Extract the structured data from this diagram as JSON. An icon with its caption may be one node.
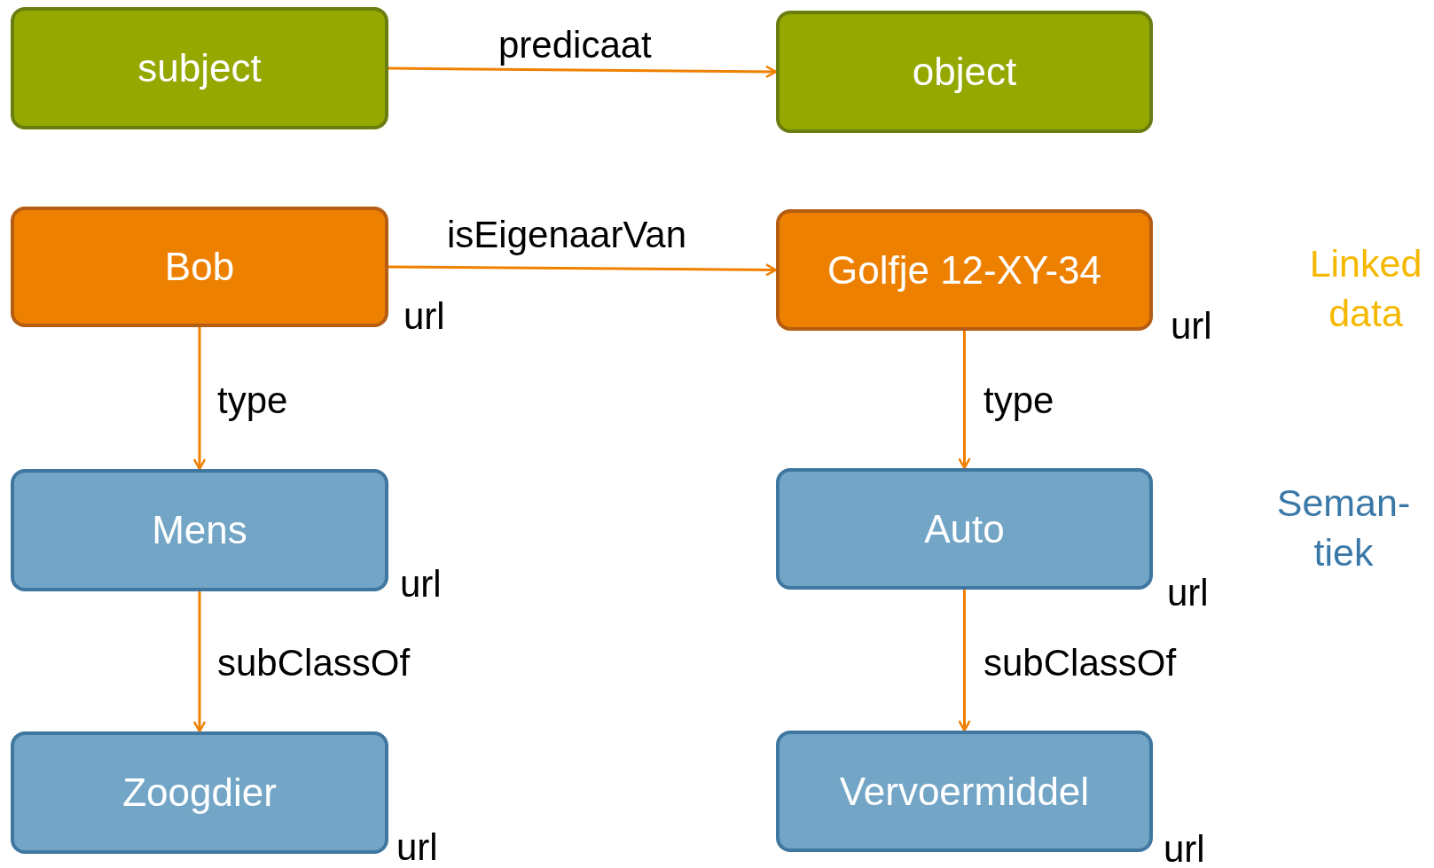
{
  "diagram": {
    "nodes": [
      {
        "text": [
          "subject"
        ]
      },
      {
        "text": [
          "object"
        ]
      },
      {
        "text": [
          "Bob"
        ],
        "beside": [
          "url"
        ]
      },
      {
        "text": [
          "Golfje 12-XY-34"
        ],
        "beside": [
          "url"
        ]
      },
      {
        "text": [
          "Mens"
        ],
        "beside": [
          "url"
        ]
      },
      {
        "text": [
          "Auto"
        ],
        "beside": [
          "url"
        ]
      },
      {
        "text": [
          "Zoogdier"
        ],
        "beside": [
          "url"
        ]
      },
      {
        "text": [
          "Vervoermiddel"
        ],
        "beside": [
          "url"
        ]
      }
    ],
    "edges": [
      {
        "from": 0,
        "to": 1,
        "arrow": "to",
        "label": "predicaat"
      },
      {
        "from": 2,
        "to": 3,
        "arrow": "to",
        "label": "isEigenaarVan"
      },
      {
        "from": 2,
        "to": 4,
        "arrow": "to",
        "label": "type"
      },
      {
        "from": 3,
        "to": 5,
        "arrow": "to",
        "label": "type"
      },
      {
        "from": 4,
        "to": 6,
        "arrow": "to",
        "label": "subClassOf"
      },
      {
        "from": 5,
        "to": 7,
        "arrow": "to",
        "label": "subClassOf"
      }
    ],
    "labels": [
      "Linked data",
      "Seman-tiek"
    ]
  }
}
